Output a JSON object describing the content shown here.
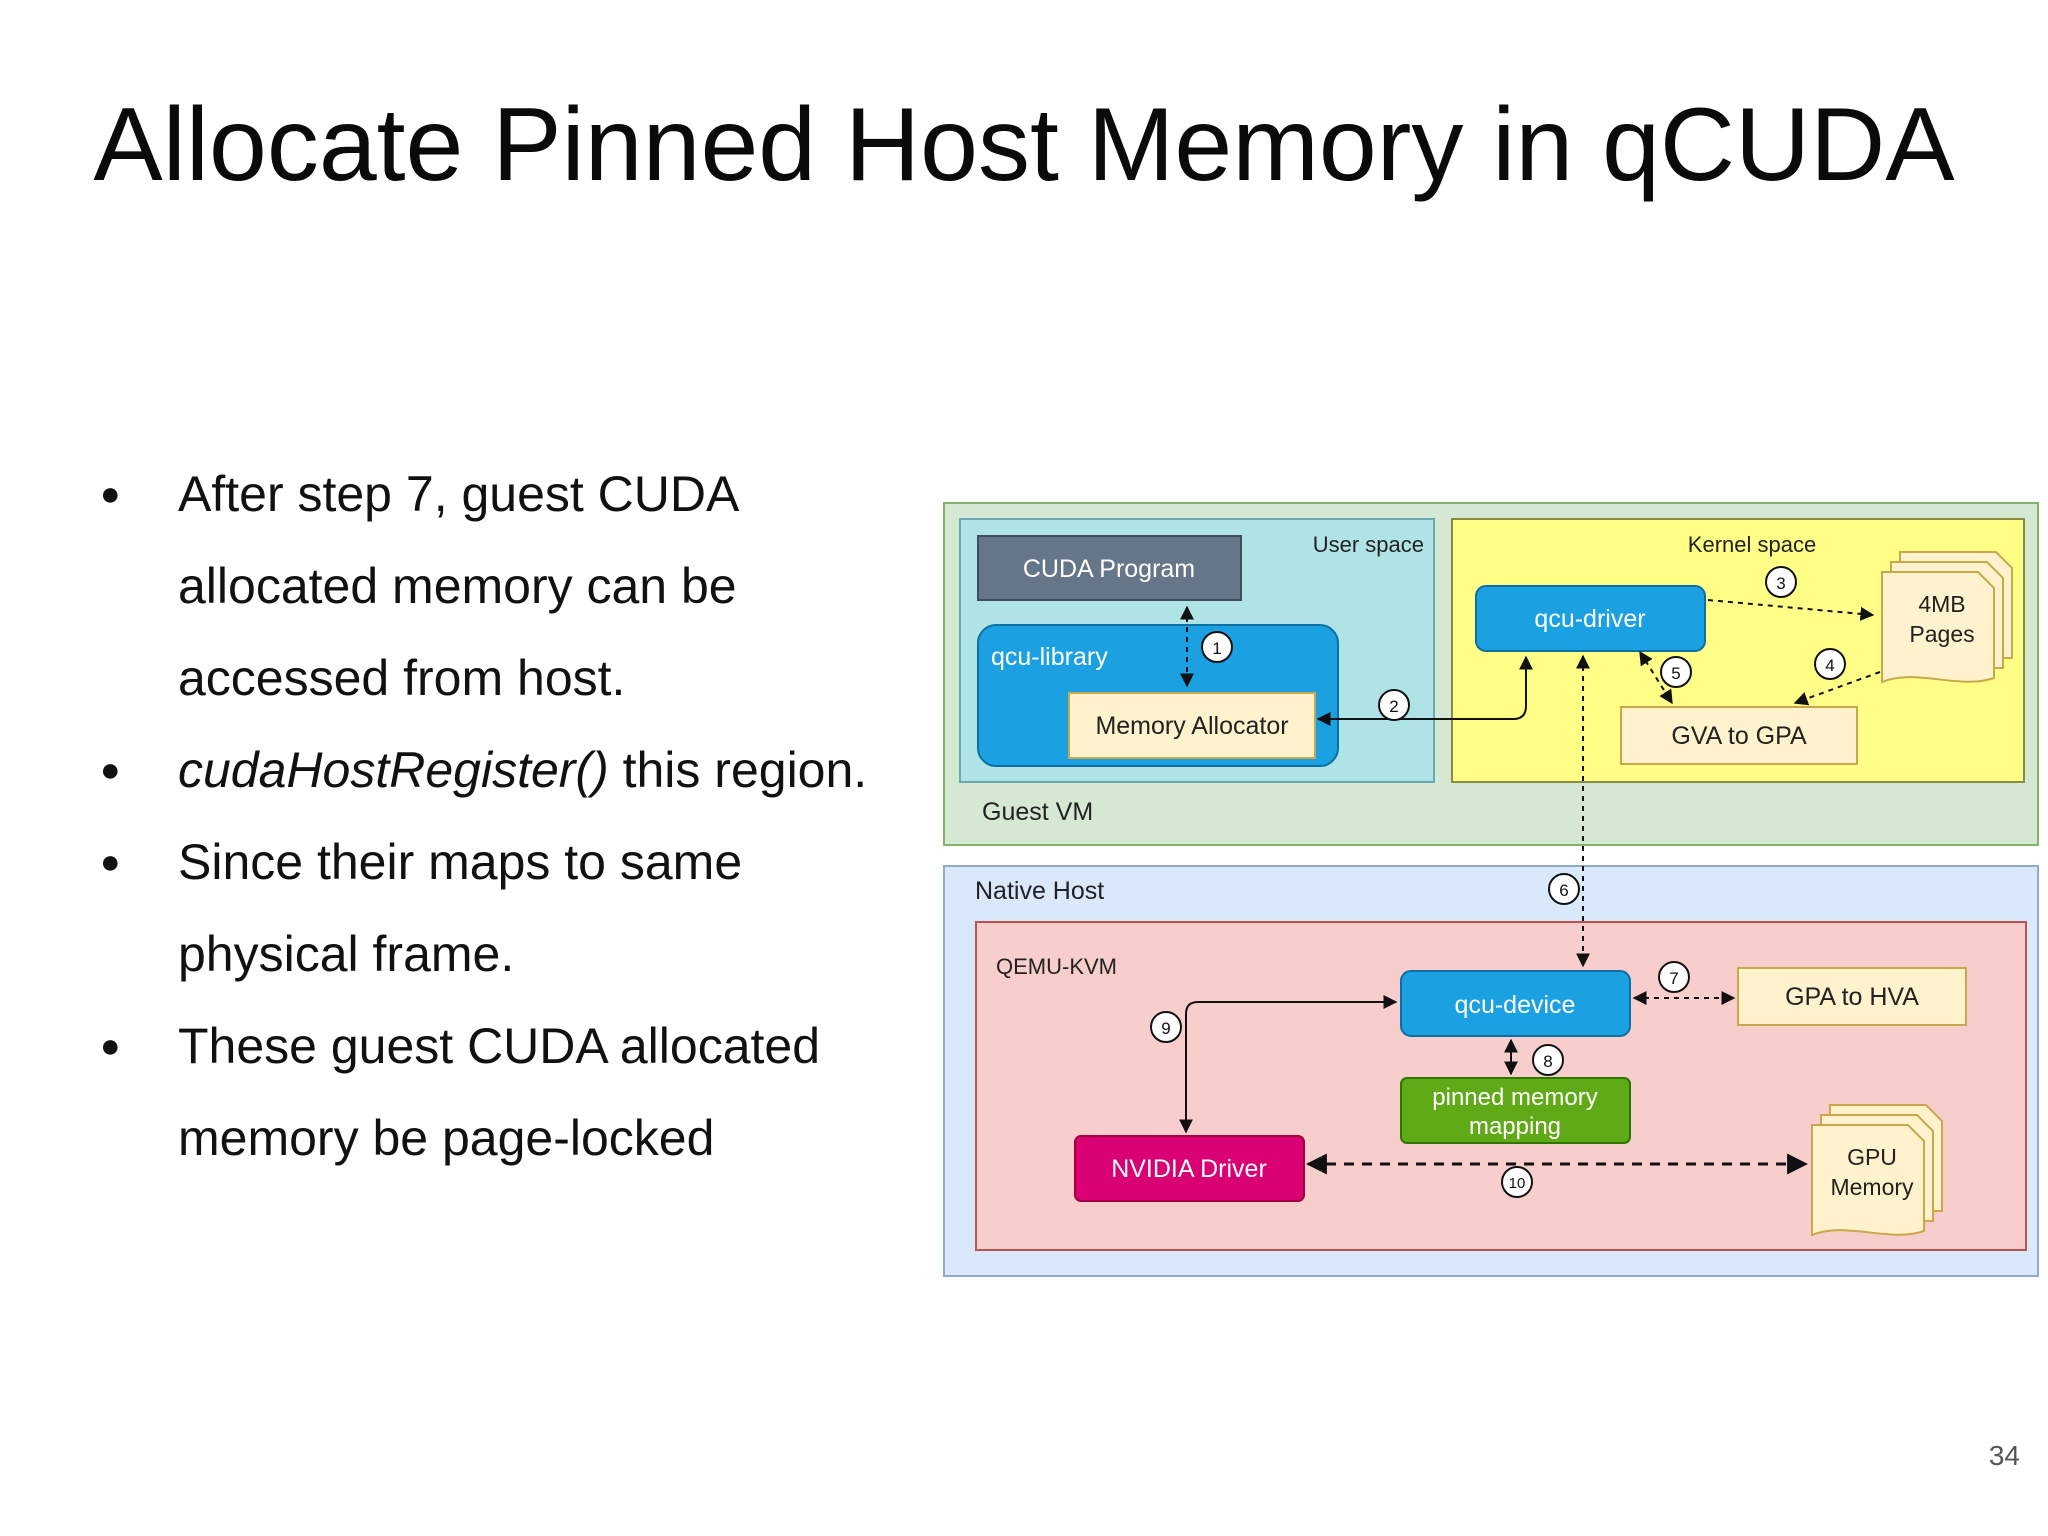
{
  "slide": {
    "title": "Allocate Pinned Host Memory in qCUDA",
    "page_number": "34",
    "bullets": [
      {
        "lines": [
          [
            "After step 7, guest CUDA"
          ],
          [
            "allocated memory can be"
          ],
          [
            "accessed from host."
          ]
        ]
      },
      {
        "lines": [
          [
            "cudaHostRegister()",
            " this region."
          ]
        ]
      },
      {
        "lines": [
          [
            "Since their maps to same"
          ],
          [
            "physical frame."
          ]
        ]
      },
      {
        "lines": [
          [
            "These guest CUDA allocated"
          ],
          [
            "memory be page-locked"
          ]
        ]
      }
    ]
  },
  "diagram": {
    "regions": {
      "guest_vm": "Guest VM",
      "user_space": "User space",
      "kernel_space": "Kernel space",
      "native_host": "Native Host",
      "qemu_kvm": "QEMU-KVM"
    },
    "boxes": {
      "cuda_program": "CUDA Program",
      "qcu_library": "qcu-library",
      "memory_allocator": "Memory Allocator",
      "qcu_driver": "qcu-driver",
      "pages_4mb": [
        "4MB",
        "Pages"
      ],
      "gva_to_gpa": "GVA to GPA",
      "qcu_device": "qcu-device",
      "gpa_to_hva": "GPA to HVA",
      "pinned_memory_mapping": [
        "pinned memory",
        "mapping"
      ],
      "nvidia_driver": "NVIDIA Driver",
      "gpu_memory": [
        "GPU",
        "Memory"
      ]
    },
    "steps": [
      "1",
      "2",
      "3",
      "4",
      "5",
      "6",
      "7",
      "8",
      "9",
      "10"
    ],
    "colors": {
      "guest_vm_bg": "#d5e8d4",
      "user_space_bg": "#b0e3e6",
      "kernel_space_bg": "#ffff88",
      "native_host_bg": "#dae8fc",
      "qemu_bg": "#f8cecc",
      "cuda_program": "#647687",
      "qcu_blue": "#1ba1e2",
      "note_yellow": "#fff2cc",
      "pinned_green": "#60a917",
      "nvidia_pink": "#d80073"
    }
  }
}
